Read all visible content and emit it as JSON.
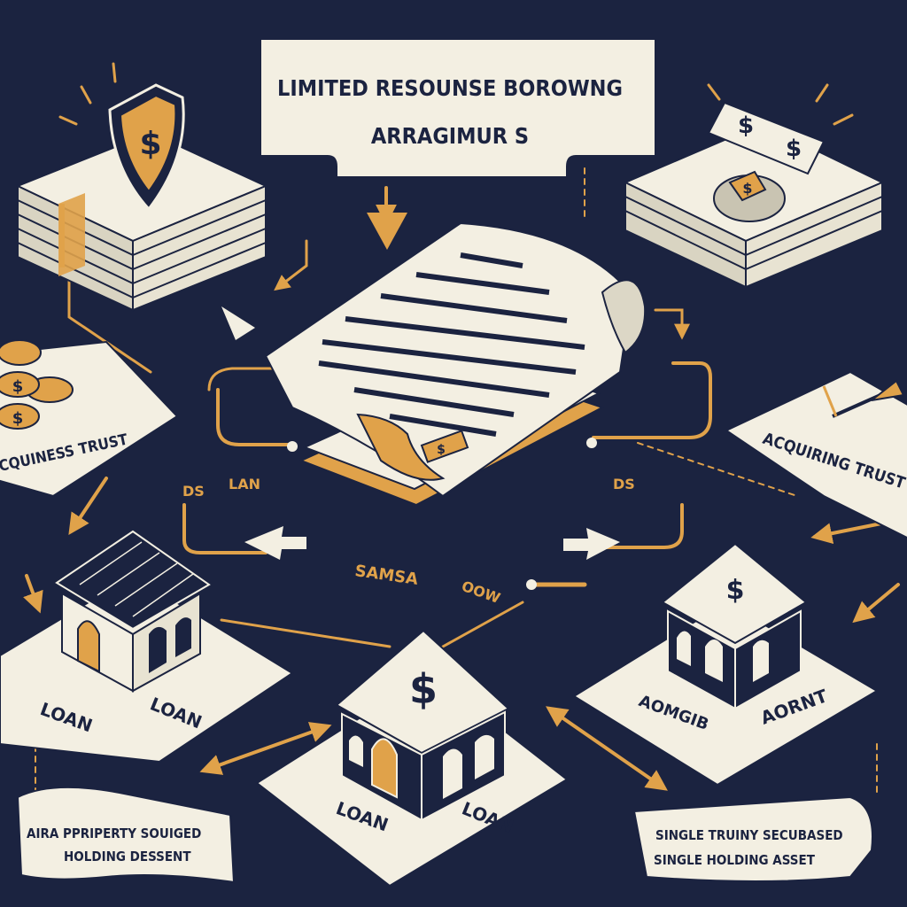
{
  "title": {
    "line1": "LIMITED RESOUNSE BOROWNG",
    "line2": "ARRAGIMUR S"
  },
  "left_trust_label": "CQUINESS TRUST",
  "right_trust_label": "ACQUIRING TRUST",
  "left_building": {
    "label_a": "LOAN",
    "label_b": "LOAN"
  },
  "center_building": {
    "label_a": "LOAN",
    "label_b": "LOAN"
  },
  "right_building": {
    "label_a": "AOMGIB",
    "label_b": "AORNT"
  },
  "left_banner": {
    "line1": "AIRA PPRIPERTY SOUIGED",
    "line2": "HOLDING DESSENT"
  },
  "right_banner": {
    "line1": "SINGLE TRUINY SECUBASED",
    "line2": "SINGLE HOLDING ASSET"
  },
  "flow_labels": {
    "loan_left": "LAN",
    "small_left": "DS",
    "small_right": "DS",
    "sams": "SAMSA",
    "oow": "OOW"
  },
  "currency_symbol": "$",
  "colors": {
    "background": "#1b2340",
    "accent": "#e0a24a",
    "paper": "#f3efe2",
    "ink": "#1b2340"
  },
  "icons": {
    "shield": "dollar-shield-icon",
    "money_stack_left": "money-stack-icon",
    "money_stack_right": "money-stack-icon",
    "coins": "coins-icon",
    "document": "contract-document-icon",
    "pen": "pen-icon"
  }
}
